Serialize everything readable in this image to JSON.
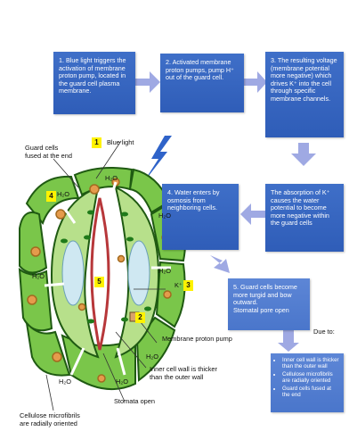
{
  "steps": {
    "s1": "1. Blue light triggers the activation of membrane proton  pump, located in the guard cell plasma membrane.",
    "s2": "2. Activated membrane proton pumps, pump H⁺ out of the guard cell.",
    "s3": "3. The resulting voltage (membrane potential more negative) which drives K⁺ into the cell through specific membrane channels.",
    "s3b": "The absorption of K⁺ causes the water potential to become more negative within the guard cells",
    "s4": "4. Water enters by osmosis from neighboring cells.",
    "s5_line1": "5. Guard cells become more turgid and bow outward.",
    "s5_line2": "Stomatal pore open"
  },
  "reasons": {
    "title": "Due to:",
    "items": [
      "Inner cell wall is thicker than the outer wall",
      "Cellulose microfibrils are radially oriented",
      "Guard cells fused at the end"
    ]
  },
  "labels": {
    "guard_cells_fused": "Guard cells\nfused at the end",
    "blue_light": "Blue light",
    "membrane_pump": "Membrane proton pump",
    "inner_wall": "Inner cell wall is thicker\nthan the outer wall",
    "stomata_open": "Stomata open",
    "cellulose": "Cellulose microfibrils\nare radially oriented",
    "h2o": "H₂O",
    "k_ion": "K⁺"
  },
  "badges": {
    "one": "1",
    "two": "2",
    "three": "3",
    "four": "4",
    "five": "5"
  },
  "colors": {
    "box_blue": "#3366c4",
    "arrow_lavender": "#9fa9e3",
    "cell_green": "#66bb38",
    "cell_outline": "#1f5a12",
    "badge_yellow": "#fff200"
  }
}
